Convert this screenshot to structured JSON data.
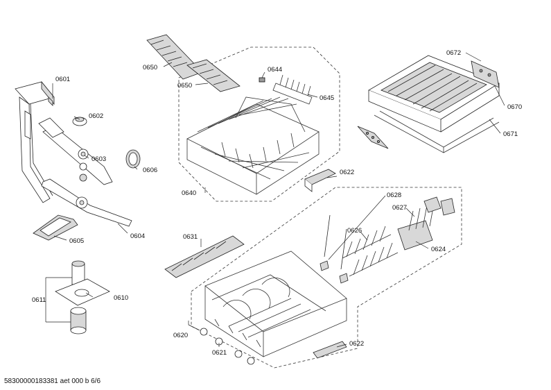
{
  "document_id": "58300000183381 aet 000 b 6/6",
  "labels": {
    "p0601": "0601",
    "p0602": "0602",
    "p0603": "0603",
    "p0604": "0604",
    "p0605": "0605",
    "p0606": "0606",
    "p0610": "0610",
    "p0611": "0611",
    "p0620": "0620",
    "p0621": "0621",
    "p0622a": "0622",
    "p0622b": "0622",
    "p0624": "0624",
    "p0626": "0626",
    "p0627": "0627",
    "p0628": "0628",
    "p0631": "0631",
    "p0640": "0640",
    "p0644": "0644",
    "p0645": "0645",
    "p0650a": "0650",
    "p0650b": "0650",
    "p0670": "0670",
    "p0671": "0671",
    "p0672": "0672"
  }
}
